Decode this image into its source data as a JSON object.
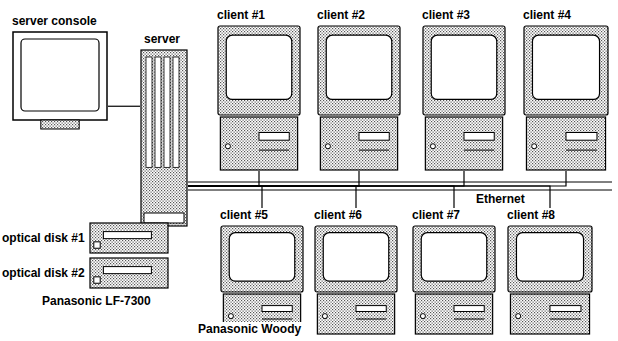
{
  "diagram": {
    "nodes": [
      {
        "text": [
          "server console"
        ]
      },
      {
        "text": [
          "server"
        ]
      },
      {
        "text": [
          "client #1"
        ]
      },
      {
        "text": [
          "client #2"
        ]
      },
      {
        "text": [
          "client #3"
        ]
      },
      {
        "text": [
          "client #4"
        ]
      },
      {
        "text": [
          "optical disk #1"
        ]
      },
      {
        "text": [
          "optical disk #2"
        ]
      },
      {
        "text": [
          "client #5"
        ]
      },
      {
        "text": [
          "client #6"
        ]
      },
      {
        "text": [
          "client #7"
        ]
      },
      {
        "text": [
          "client #8"
        ]
      }
    ],
    "edges": [
      {
        "from": 0,
        "to": 1,
        "arrow": "none"
      },
      {
        "from": 1,
        "to": 2,
        "arrow": "none"
      },
      {
        "from": 1,
        "to": 3,
        "arrow": "none"
      },
      {
        "from": 1,
        "to": 4,
        "arrow": "none"
      },
      {
        "from": 1,
        "to": 5,
        "arrow": "none"
      },
      {
        "from": 1,
        "to": 8,
        "arrow": "none"
      },
      {
        "from": 1,
        "to": 9,
        "arrow": "none"
      },
      {
        "from": 1,
        "to": 10,
        "arrow": "none"
      },
      {
        "from": 1,
        "to": 11,
        "arrow": "none"
      }
    ],
    "labels": [
      "Ethernet",
      "Panasonic LF-7300",
      "Panasonic Woody"
    ]
  }
}
